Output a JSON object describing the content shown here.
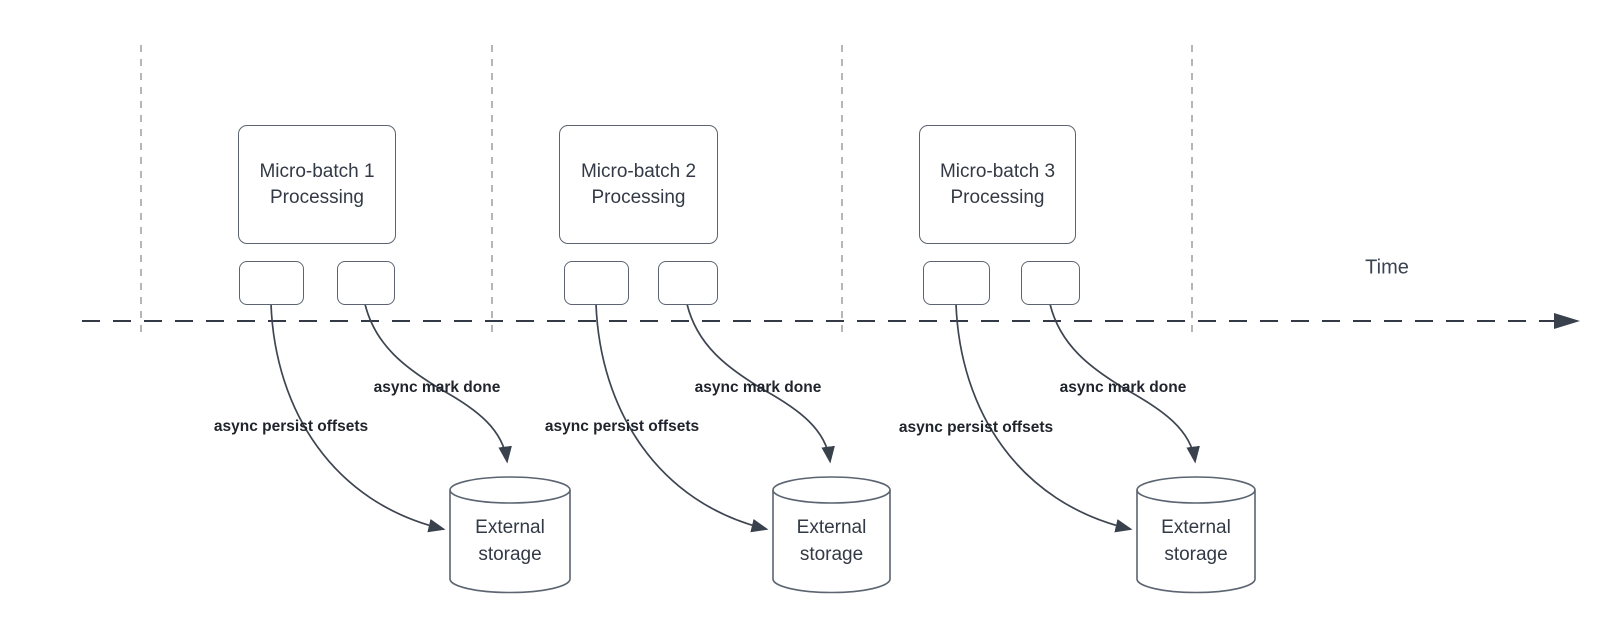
{
  "diagram": {
    "time_axis_label": "Time",
    "groups": [
      {
        "box_line1": "Micro-batch 1",
        "box_line2": "Processing",
        "persist_label": "async persist offsets",
        "mark_label": "async mark done",
        "storage_line1": "External",
        "storage_line2": "storage"
      },
      {
        "box_line1": "Micro-batch 2",
        "box_line2": "Processing",
        "persist_label": "async persist offsets",
        "mark_label": "async mark done",
        "storage_line1": "External",
        "storage_line2": "storage"
      },
      {
        "box_line1": "Micro-batch 3",
        "box_line2": "Processing",
        "persist_label": "async persist offsets",
        "mark_label": "async mark done",
        "storage_line1": "External",
        "storage_line2": "storage"
      }
    ],
    "colors": {
      "background": "#ffffff",
      "shape_stroke": "#5b6470",
      "shape_text": "#333a45",
      "flow_label_text": "#1f232b",
      "curve_stroke": "#3e4551",
      "arrowhead_fill": "#39414d",
      "time_axis_stroke": "#333945",
      "guide_line_stroke": "#a4a4a4"
    }
  }
}
